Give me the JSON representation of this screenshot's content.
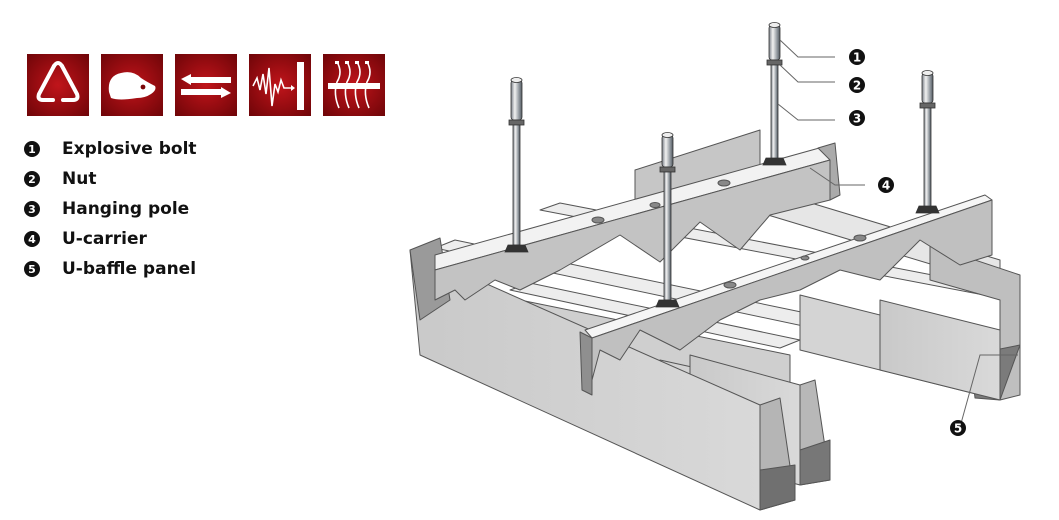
{
  "feature_icons": [
    {
      "name": "recycle-icon",
      "meaning": "recyclable"
    },
    {
      "name": "mouse-icon",
      "meaning": "rodent-proof"
    },
    {
      "name": "exchange-arrows-icon",
      "meaning": "interchangeable"
    },
    {
      "name": "sound-wave-barrier-icon",
      "meaning": "sound absorption"
    },
    {
      "name": "ventilation-icon",
      "meaning": "ventilation"
    }
  ],
  "legend": {
    "items": [
      {
        "num": "1",
        "label": "Explosive bolt"
      },
      {
        "num": "2",
        "label": "Nut"
      },
      {
        "num": "3",
        "label": "Hanging pole"
      },
      {
        "num": "4",
        "label": "U-carrier"
      },
      {
        "num": "5",
        "label": "U-baffle panel"
      }
    ]
  },
  "callouts": [
    {
      "num": "1",
      "target": "explosive-bolt"
    },
    {
      "num": "2",
      "target": "nut"
    },
    {
      "num": "3",
      "target": "hanging-pole"
    },
    {
      "num": "4",
      "target": "u-carrier"
    },
    {
      "num": "5",
      "target": "u-baffle-panel"
    }
  ],
  "colors": {
    "icon_red": "#9c0d12",
    "panel_light": "#d6d6d6",
    "panel_mid": "#bdbdbd",
    "panel_dark": "#8a8a8a",
    "outline": "#4a4a4a"
  }
}
